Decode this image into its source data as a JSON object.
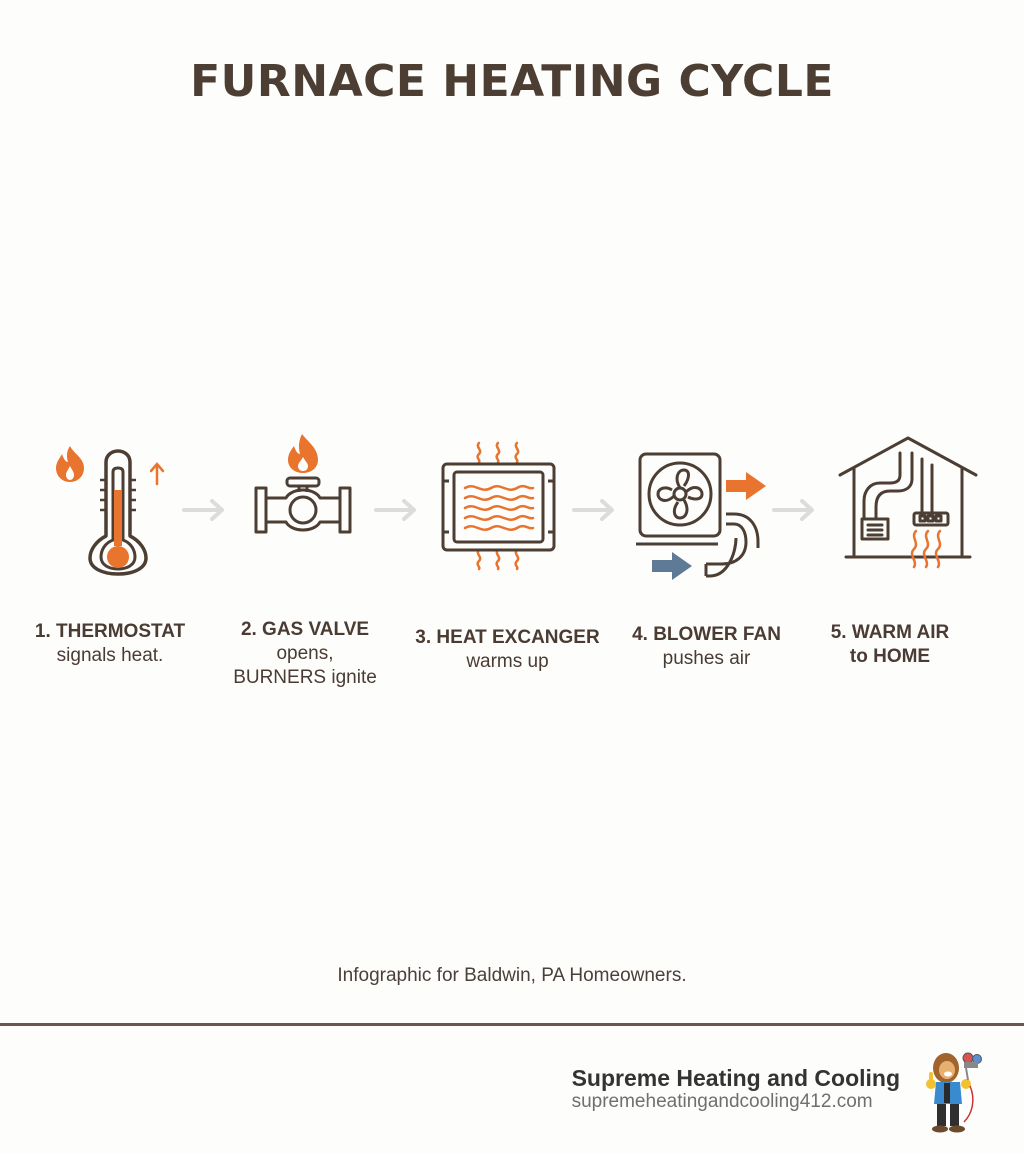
{
  "title": "FURNACE HEATING CYCLE",
  "colors": {
    "stroke": "#4d3e34",
    "accent_orange": "#e8742e",
    "accent_blue": "#5f7a96",
    "arrow_gray": "#dcdcdc",
    "divider": "#6b5550"
  },
  "steps": [
    {
      "icon": "thermometer-icon",
      "bold": "1. THERMOSTAT",
      "text": [
        "signals heat."
      ]
    },
    {
      "icon": "gas-valve-icon",
      "bold": "2. GAS VALVE",
      "text": [
        "opens,",
        "BURNERS ignite"
      ]
    },
    {
      "icon": "heat-exchanger-icon",
      "bold": "3. HEAT EXCANGER",
      "text": [
        "warms up"
      ]
    },
    {
      "icon": "blower-fan-icon",
      "bold": "4. BLOWER FAN",
      "text": [
        "pushes air"
      ]
    },
    {
      "icon": "house-ducts-icon",
      "bold": "5. WARM AIR",
      "text": [
        "to HOME"
      ]
    }
  ],
  "caption": "Infographic for Baldwin, PA Homeowners.",
  "footer": {
    "brand_name": "Supreme Heating and Cooling",
    "brand_url": "supremeheatingandcooling412.com",
    "mascot": "lion-mascot-icon"
  }
}
